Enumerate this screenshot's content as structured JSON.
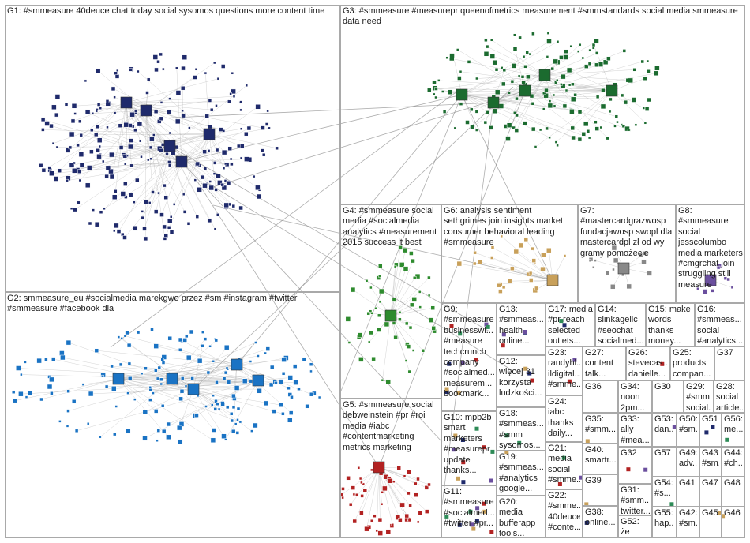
{
  "groups": [
    {
      "id": "G1",
      "label": "G1: #smmeasure 40deuce chat today social sysomos questions more content time",
      "color": "#1f2a6b"
    },
    {
      "id": "G2",
      "label": "G2: smmeasure_eu #socialmedia marekgwo przez #sm #instagram #twitter #smmeasure #facebook dla",
      "color": "#1a73c4"
    },
    {
      "id": "G3",
      "label": "G3: #smmeasure #measurepr queenofmetrics measurement #smmstandards social media smmeasure data need",
      "color": "#1b6b2f"
    },
    {
      "id": "G4",
      "label": "G4: #smmeasure social media #socialmedia analytics #measurement 2015 success lt best",
      "color": "#2e8b2e"
    },
    {
      "id": "G5",
      "label": "G5: #smmeasure social debweinstein #pr #roi media #iabc #contentmarketing metrics marketing",
      "color": "#b22222"
    },
    {
      "id": "G6",
      "label": "G6: analysis sentiment sethgrimes join insights market consumer behavioral leading #smmeasure",
      "color": "#c8a05a"
    },
    {
      "id": "G7",
      "label": "G7: #mastercardgrazwosp fundacjawosp swopl dla mastercardpl zł od wy gramy pomożecie",
      "color": "#888888"
    },
    {
      "id": "G8",
      "label": "G8: #smmeasure social jesscolumbo media marketers #cmgrchat join struggling still measure",
      "color": "#6b4f9e"
    },
    {
      "id": "G9",
      "label": "G9: #smmeasure businesswi... #measure techcrunch company #socialmed... measurem... bookmark...",
      "color": "#2e8b57"
    },
    {
      "id": "G10",
      "label": "G10: mpb2b smart marketers #measurepr update thanks...",
      "color": "#444444"
    },
    {
      "id": "G11",
      "label": "G11: #smmeasure #socialmed... #twitter #pr...",
      "color": "#444444"
    },
    {
      "id": "G12",
      "label": "G12: więcej 31 korzysta ludzkości...",
      "color": "#444444"
    },
    {
      "id": "G13",
      "label": "G13: #smmeas... health online...",
      "color": "#444444"
    },
    {
      "id": "G14",
      "label": "G14: slinkagellc #seochat socialmed...",
      "color": "#444444"
    },
    {
      "id": "G15",
      "label": "G15: make words thanks money...",
      "color": "#444444"
    },
    {
      "id": "G16",
      "label": "G16: #smmeas... social #analytics...",
      "color": "#444444"
    },
    {
      "id": "G17",
      "label": "G17: media #pr reach selected outlets...",
      "color": "#444444"
    },
    {
      "id": "G18",
      "label": "G18: #smmeas... #smm sysomos...",
      "color": "#444444"
    },
    {
      "id": "G19",
      "label": "G19: #smmeas... #analytics google...",
      "color": "#444444"
    },
    {
      "id": "G20",
      "label": "G20: media bufferapp tools...",
      "color": "#444444"
    },
    {
      "id": "G21",
      "label": "G21: media social #smme...",
      "color": "#444444"
    },
    {
      "id": "G22",
      "label": "G22: #smme... 40deuce #conte...",
      "color": "#444444"
    },
    {
      "id": "G23",
      "label": "G23: randyhl... ildigital... #smme...",
      "color": "#444444"
    },
    {
      "id": "G24",
      "label": "G24: iabc thanks daily...",
      "color": "#444444"
    },
    {
      "id": "G25",
      "label": "G25: products compan...",
      "color": "#444444"
    },
    {
      "id": "G26",
      "label": "G26: stevecas... danielle...",
      "color": "#444444"
    },
    {
      "id": "G27",
      "label": "G27: content talk...",
      "color": "#444444"
    },
    {
      "id": "G28",
      "label": "G28: social article...",
      "color": "#444444"
    },
    {
      "id": "G29",
      "label": "G29: #smm... social...",
      "color": "#444444"
    },
    {
      "id": "G30",
      "label": "G30",
      "color": "#444444"
    },
    {
      "id": "G31",
      "label": "G31: #smm... twitter...",
      "color": "#444444"
    },
    {
      "id": "G32",
      "label": "G32",
      "color": "#444444"
    },
    {
      "id": "G33",
      "label": "G33: ally #mea...",
      "color": "#444444"
    },
    {
      "id": "G34",
      "label": "G34: noon 2pm...",
      "color": "#444444"
    },
    {
      "id": "G35",
      "label": "G35: #smm...",
      "color": "#444444"
    },
    {
      "id": "G36",
      "label": "G36",
      "color": "#444444"
    },
    {
      "id": "G37",
      "label": "G37",
      "color": "#444444"
    },
    {
      "id": "G38",
      "label": "G38: online...",
      "color": "#444444"
    },
    {
      "id": "G39",
      "label": "G39",
      "color": "#444444"
    },
    {
      "id": "G40",
      "label": "G40: smartr...",
      "color": "#444444"
    },
    {
      "id": "G41",
      "label": "G41",
      "color": "#444444"
    },
    {
      "id": "G42",
      "label": "G42: #sm...",
      "color": "#444444"
    },
    {
      "id": "G43",
      "label": "G43: #sm...",
      "color": "#444444"
    },
    {
      "id": "G44",
      "label": "G44: #ch...",
      "color": "#444444"
    },
    {
      "id": "G45",
      "label": "G45",
      "color": "#444444"
    },
    {
      "id": "G46",
      "label": "G46",
      "color": "#444444"
    },
    {
      "id": "G47",
      "label": "G47",
      "color": "#444444"
    },
    {
      "id": "G48",
      "label": "G48",
      "color": "#444444"
    },
    {
      "id": "G49",
      "label": "G49: adv...",
      "color": "#444444"
    },
    {
      "id": "G50",
      "label": "G50: #sm...",
      "color": "#444444"
    },
    {
      "id": "G51",
      "label": "G51",
      "color": "#444444"
    },
    {
      "id": "G52",
      "label": "G52: że",
      "color": "#444444"
    },
    {
      "id": "G53",
      "label": "G53: dan...",
      "color": "#444444"
    },
    {
      "id": "G54",
      "label": "G54: #s...",
      "color": "#444444"
    },
    {
      "id": "G55",
      "label": "G55: hap...",
      "color": "#444444"
    },
    {
      "id": "G56",
      "label": "G56: me...",
      "color": "#444444"
    },
    {
      "id": "G57",
      "label": "G57",
      "color": "#444444"
    }
  ]
}
